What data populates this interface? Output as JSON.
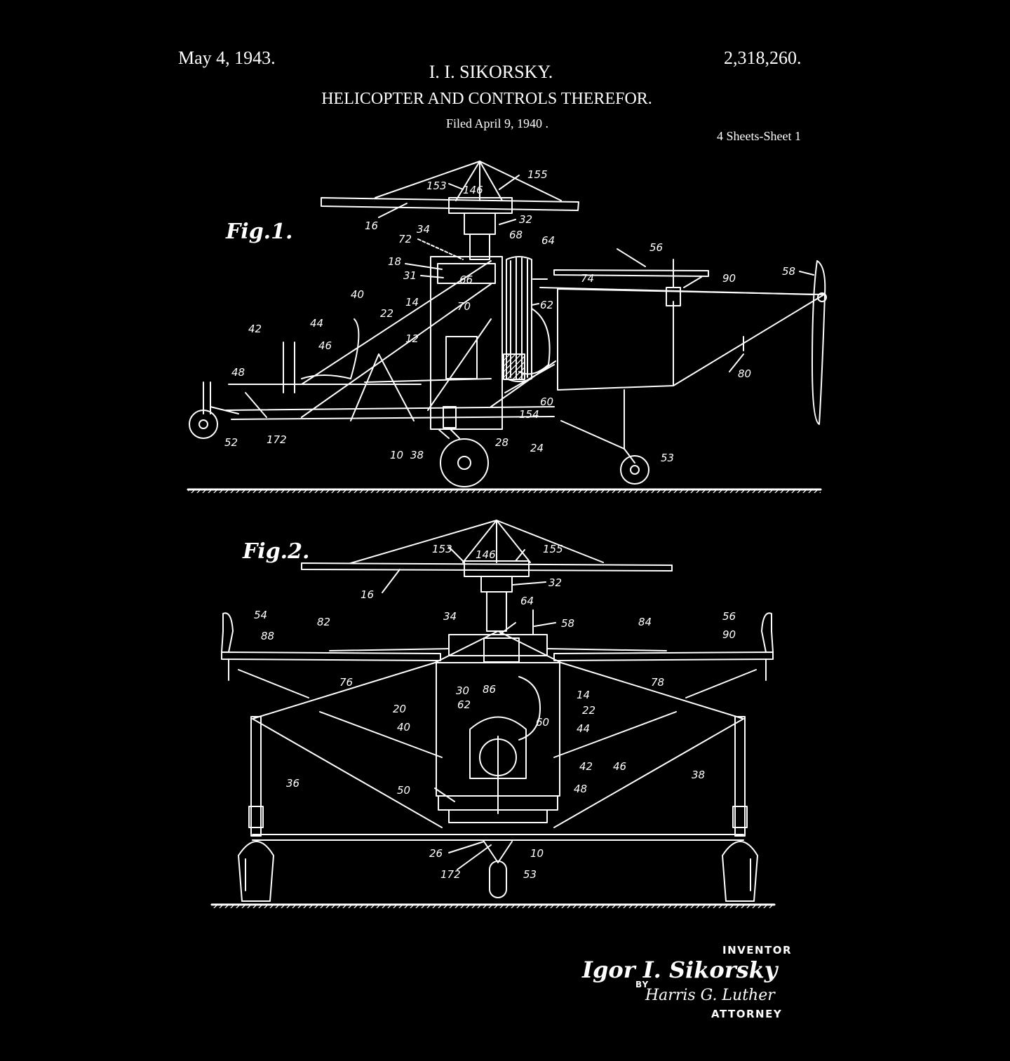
{
  "header": {
    "date": "May 4, 1943.",
    "patent_number": "2,318,260.",
    "inventor": "I. I. SIKORSKY.",
    "title": "HELICOPTER AND CONTROLS THEREFOR.",
    "filed": "Filed April 9, 1940 .",
    "sheets": "4 Sheets-Sheet 1"
  },
  "figures": {
    "fig1": {
      "label": "Fig.1.",
      "refs": [
        "155",
        "153",
        "146",
        "16",
        "32",
        "34",
        "72",
        "68",
        "64",
        "18",
        "31",
        "66",
        "56",
        "74",
        "90",
        "58",
        "14",
        "70",
        "40",
        "22",
        "62",
        "12",
        "42",
        "44",
        "46",
        "48",
        "80",
        "60",
        "154",
        "172",
        "52",
        "10",
        "38",
        "28",
        "24",
        "53"
      ]
    },
    "fig2": {
      "label": "Fig.2.",
      "refs": [
        "153",
        "146",
        "155",
        "16",
        "32",
        "34",
        "64",
        "58",
        "54",
        "82",
        "84",
        "56",
        "88",
        "90",
        "76",
        "78",
        "30",
        "86",
        "14",
        "20",
        "22",
        "62",
        "40",
        "60",
        "44",
        "42",
        "46",
        "36",
        "38",
        "50",
        "48",
        "26",
        "10",
        "172",
        "53"
      ]
    }
  },
  "signature": {
    "inventor_label": "INVENTOR",
    "inventor_name": "Igor I. Sikorsky",
    "by_label": "BY",
    "attorney_name": "Harris G. Luther",
    "attorney_label": "ATTORNEY"
  }
}
